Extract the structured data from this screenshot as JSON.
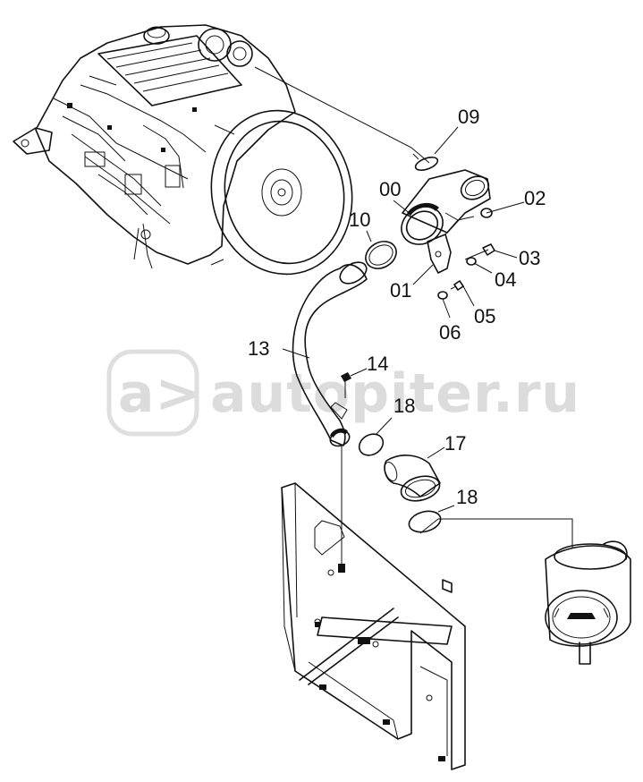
{
  "labels": {
    "p00": "00",
    "p01": "01",
    "p02": "02",
    "p03": "03",
    "p04": "04",
    "p05": "05",
    "p06": "06",
    "p09": "09",
    "p10": "10",
    "p13": "13",
    "p14": "14",
    "p17": "17",
    "p18a": "18",
    "p18b": "18"
  },
  "watermark": {
    "text": "autopiter.ru",
    "logo": "a>"
  }
}
